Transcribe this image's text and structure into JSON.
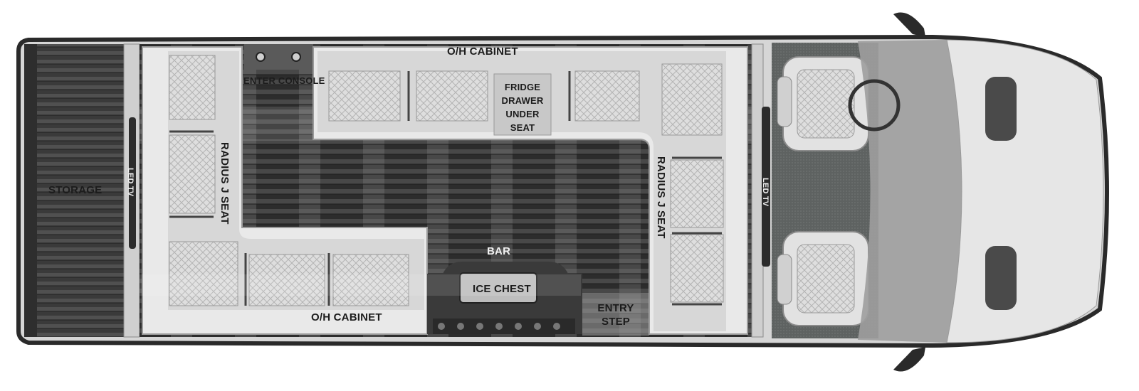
{
  "labels": {
    "storage": "STORAGE",
    "led_tv_rear": "LED TV",
    "led_tv_front": "LED TV",
    "center_console": "ENTER CONSOLE",
    "oh_cabinet_top": "O/H CABINET",
    "oh_cabinet_bottom": "O/H CABINET",
    "fridge": [
      "FRIDGE",
      "DRAWER",
      "UNDER",
      "SEAT"
    ],
    "radius_seat_left": "RADIUS J SEAT",
    "radius_seat_right": "RADIUS J SEAT",
    "bar": "BAR",
    "ice_chest": "ICE CHEST",
    "entry_step": [
      "ENTRY",
      "STEP"
    ]
  },
  "colors": {
    "body_outline": "#2a2a2a",
    "floor_dark": "#3a3a3a",
    "storage_floor": "#4a4a4a",
    "seat_fill": "#e4e4e4",
    "cab_carpet": "#5c5f5e",
    "van_body": "#dcdcdc"
  }
}
